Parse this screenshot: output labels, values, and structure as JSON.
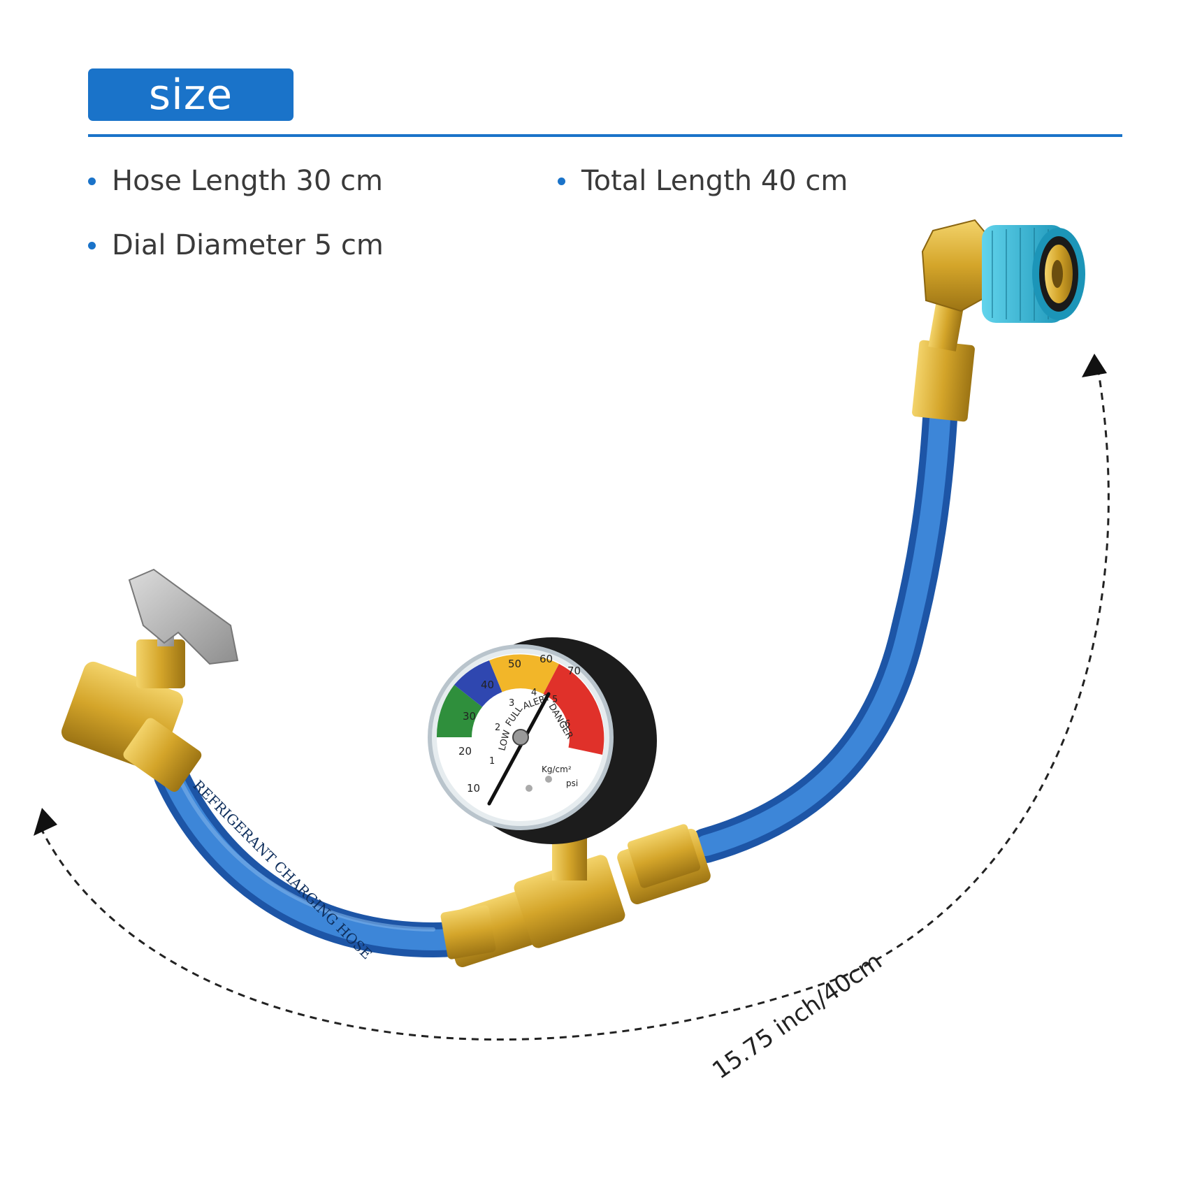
{
  "header": {
    "badge_label": "size"
  },
  "specs": [
    {
      "text": "Hose Length 30 cm"
    },
    {
      "text": "Total Length 40 cm"
    },
    {
      "text": "Dial Diameter 5 cm"
    }
  ],
  "dimension": {
    "label": "15.75 inch/40cm"
  },
  "gauge": {
    "zones": [
      "LOW",
      "FULL",
      "ALERT",
      "DANGER"
    ],
    "psi_ticks": [
      "10",
      "20",
      "30",
      "40",
      "50",
      "60",
      "70"
    ],
    "kg_ticks": [
      "1",
      "2",
      "3",
      "4",
      "5",
      "6"
    ],
    "unit_kg": "Kg/cm²",
    "unit_psi": "psi"
  },
  "hose_print": "REFRIGERANT CHARGING HOSE",
  "colors": {
    "accent": "#1a73c9",
    "hose": "#2c6cc4",
    "brass": "#d4a52a",
    "coupler": "#2fb8d6"
  }
}
